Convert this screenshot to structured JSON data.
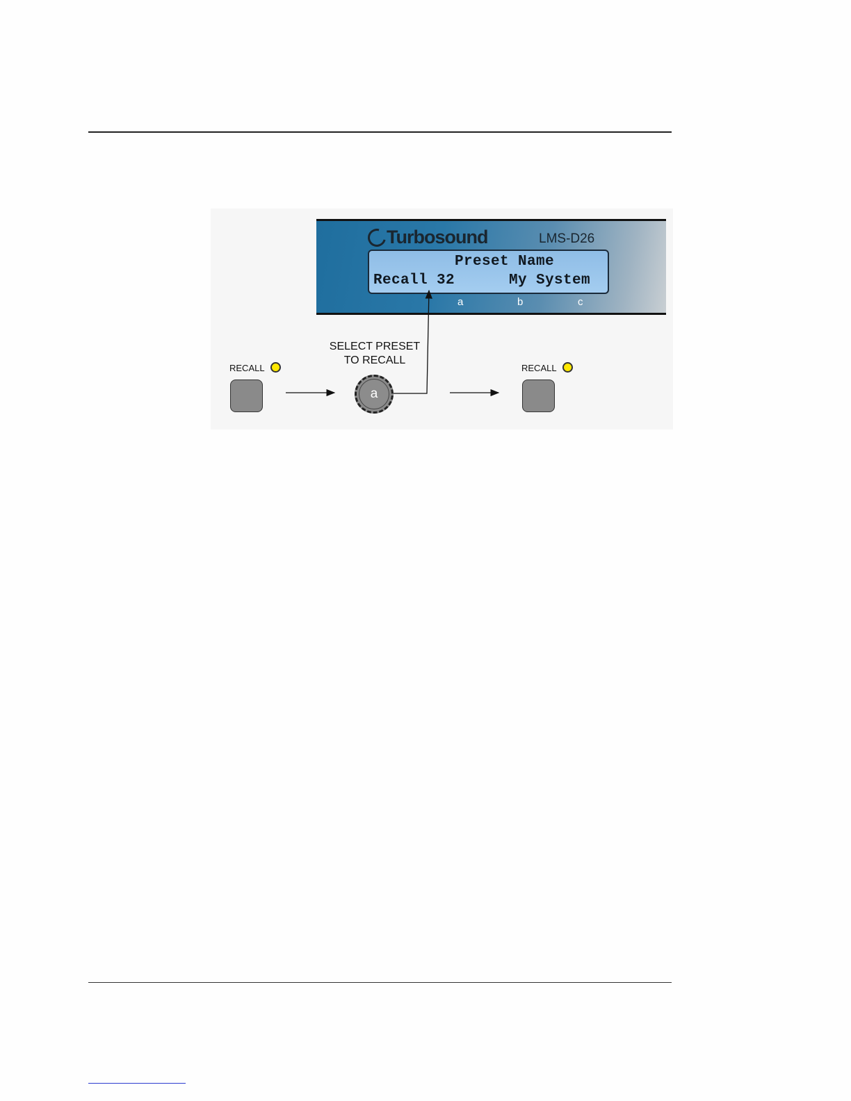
{
  "panel": {
    "brand": "Turbosound",
    "model": "LMS-D26",
    "lcd_line1": "         Preset Name",
    "lcd_line2": "Recall 32      My System",
    "param_labels": [
      "a",
      "b",
      "c"
    ]
  },
  "controls": {
    "recall_label": "RECALL",
    "callout": "SELECT PRESET TO RECALL",
    "knob_label": "a"
  },
  "colors": {
    "panel_blue": "#2a78a8",
    "lcd_background": "#a4cdf0",
    "led_yellow": "#ffe800",
    "button_gray": "#8a8a8a"
  }
}
